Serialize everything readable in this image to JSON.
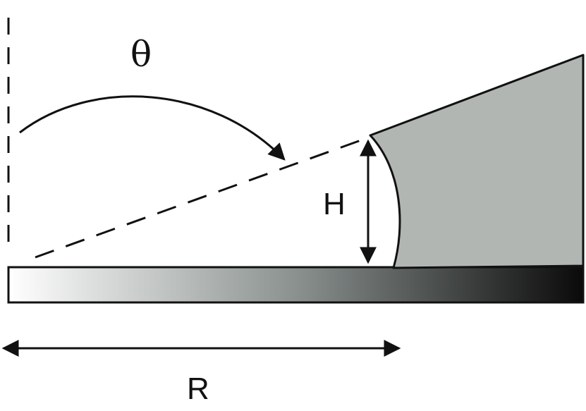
{
  "labels": {
    "angle": "θ",
    "height": "H",
    "radius": "R"
  },
  "colors": {
    "stroke": "#111111",
    "wedge_fill": "#b1b6b3",
    "plate_gradient_start": "#ffffff",
    "plate_gradient_mid": "#8a918f",
    "plate_gradient_end": "#0a0a0a"
  }
}
